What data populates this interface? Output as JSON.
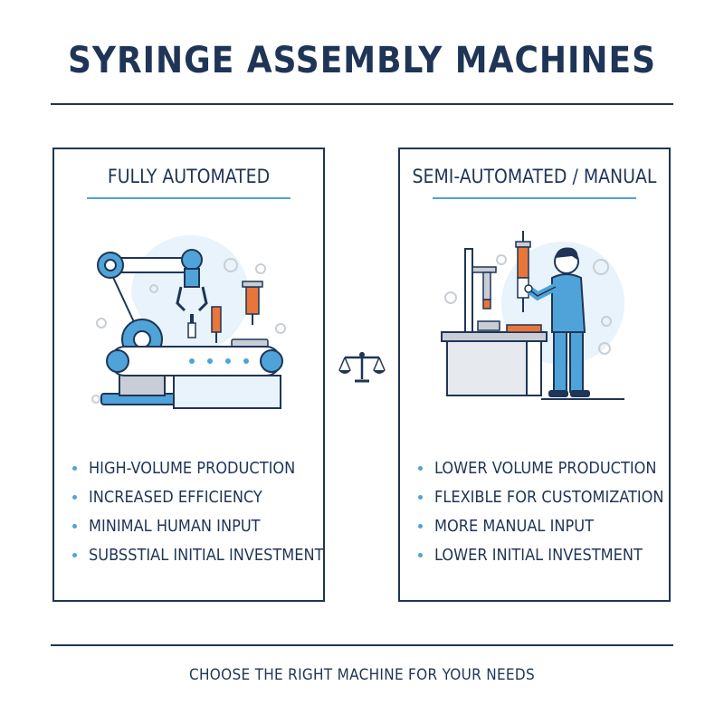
{
  "title": "SYRINGE ASSEMBLY MACHINES",
  "panels": [
    {
      "heading": "FULLY AUTOMATED",
      "illustration": "robot-arm-conveyor",
      "bullets": [
        "HIGH-VOLUME PRODUCTION",
        "INCREASED EFFICIENCY",
        "MINIMAL HUMAN INPUT",
        "SUBSSTIAL INITIAL INVESTMENT"
      ]
    },
    {
      "heading": "SEMI-AUTOMATED / MANUAL",
      "illustration": "worker-at-bench",
      "bullets": [
        "LOWER VOLUME PRODUCTION",
        "FLEXIBLE FOR CUSTOMIZATION",
        "MORE MANUAL INPUT",
        "LOWER INITIAL INVESTMENT"
      ]
    }
  ],
  "divider_icon": "balance-scale-icon",
  "footer": "CHOOSE THE RIGHT MACHINE FOR YOUR NEEDS",
  "colors": {
    "navy": "#1f3557",
    "blue": "#4fa3d9",
    "light_blue": "#e8f3fb",
    "orange": "#e8763a",
    "gray": "#c9ced6"
  }
}
